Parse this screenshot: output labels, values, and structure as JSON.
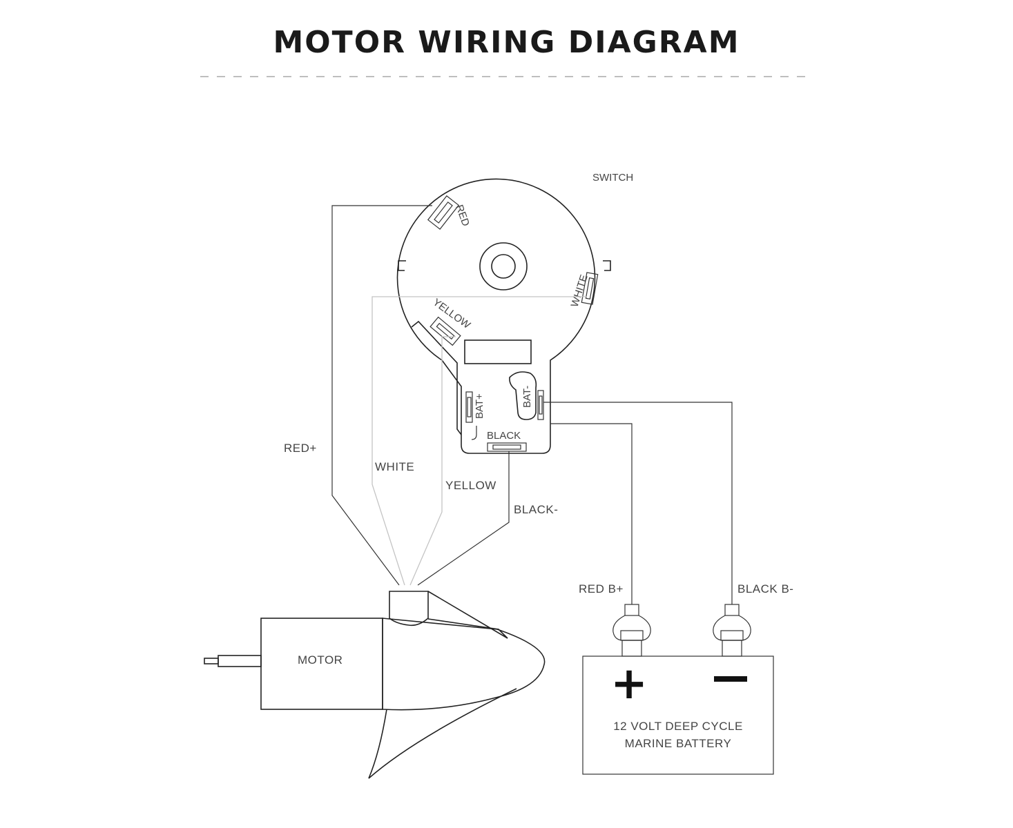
{
  "title": "MOTOR WIRING DIAGRAM",
  "switch": {
    "label": "SWITCH",
    "terminals": {
      "red": "RED",
      "white": "WHITE",
      "yellow": "YELLOW",
      "bat_plus": "BAT+",
      "bat_minus": "BAT-",
      "black": "BLACK"
    }
  },
  "wires": {
    "red_plus": "RED+",
    "white": "WHITE",
    "yellow": "YELLOW",
    "black_minus": "BLACK-",
    "red_b_plus": "RED B+",
    "black_b_minus": "BLACK B-"
  },
  "motor": {
    "label": "MOTOR"
  },
  "battery": {
    "plus_symbol": "+",
    "minus_symbol": "−",
    "label_line1": "12 VOLT DEEP CYCLE",
    "label_line2": "MARINE BATTERY"
  }
}
